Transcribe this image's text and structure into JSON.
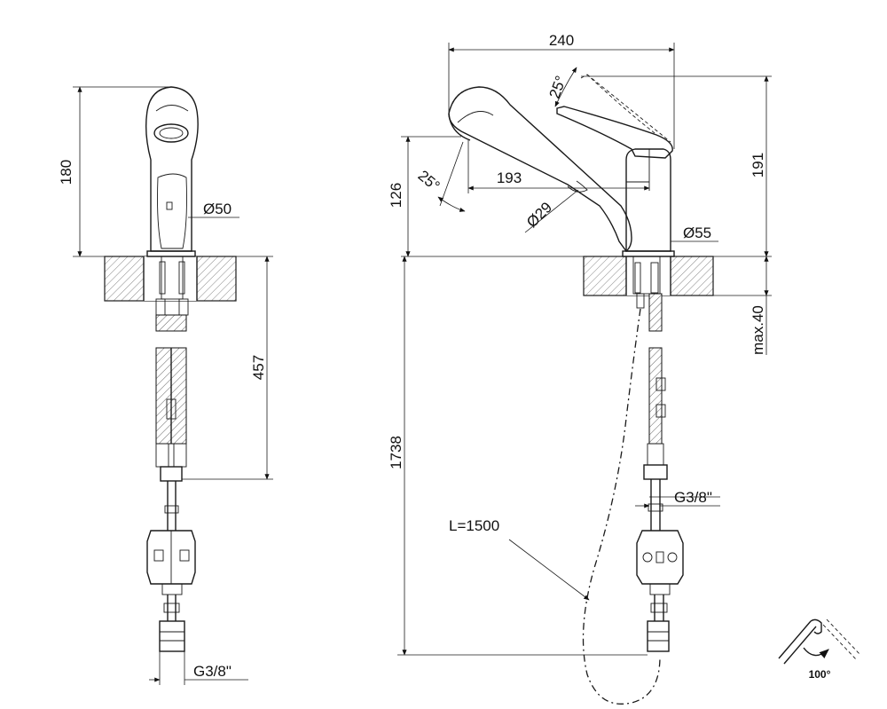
{
  "left_view": {
    "height_label": "180",
    "body_diameter_label": "Ø50",
    "hose_length_label": "457",
    "thread_label": "G3/8\""
  },
  "right_view": {
    "width_label": "240",
    "tilt_top_label": "25°",
    "tilt_spout_label": "25°",
    "height_total_label": "191",
    "spout_height_label": "126",
    "reach_label": "193",
    "spout_diameter_label": "Ø29",
    "body_diameter_label": "Ø55",
    "max_thickness_label": "max.40",
    "total_length_label": "1738",
    "hose_length_label": "L=1500",
    "thread_label": "G3/8\""
  },
  "rotation_icon": {
    "label": "100°"
  }
}
